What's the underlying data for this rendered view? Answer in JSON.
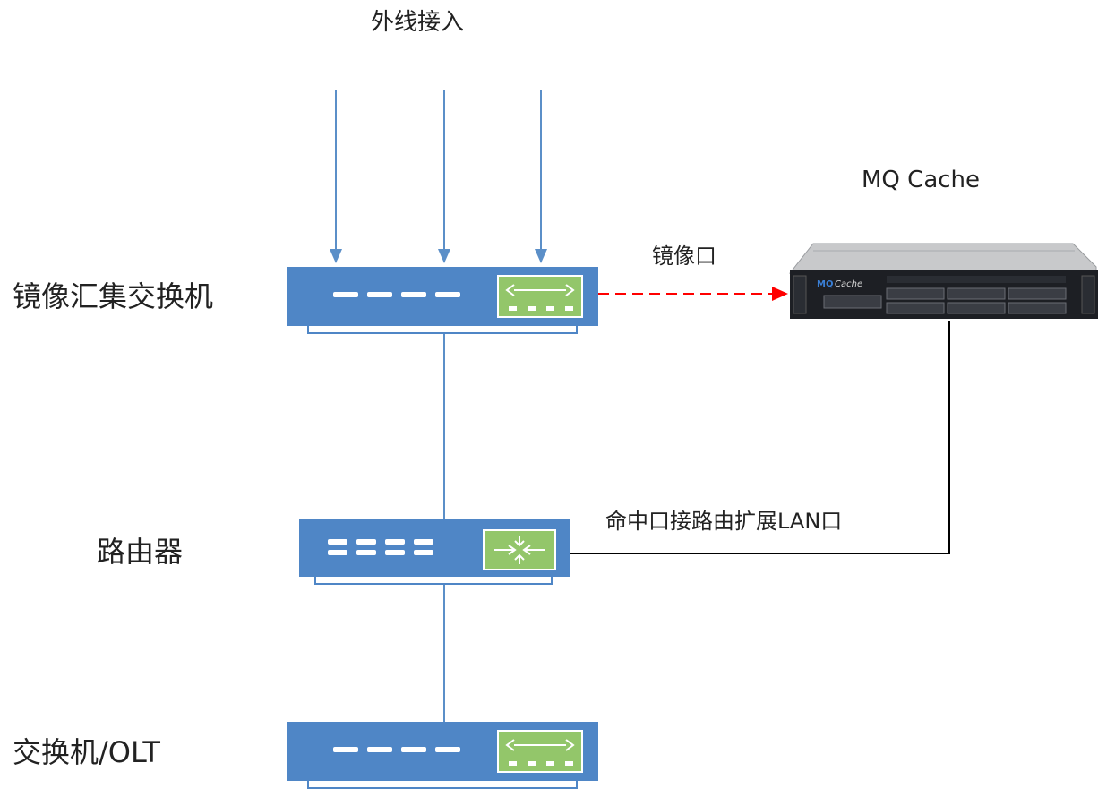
{
  "diagram": {
    "top_label": "外线接入",
    "mirror_switch_label": "镜像汇集交换机",
    "router_label": "路由器",
    "access_switch_label": "交换机/OLT",
    "cache_label": "MQ Cache",
    "cache_brand_text": "Cache",
    "mirror_port_label": "镜像口",
    "lan_link_label": "命中口接路由扩展LAN口"
  },
  "colors": {
    "device_blue": "#4f86c6",
    "device_blue_dark": "#3f74b4",
    "device_green": "#93c66a",
    "device_green_border": "#ffffff",
    "line_blue": "#5b8fc8",
    "line_black": "#000000",
    "line_red": "#ff0000",
    "server_dark": "#1d1f24",
    "server_silver": "#c8c9cb"
  }
}
